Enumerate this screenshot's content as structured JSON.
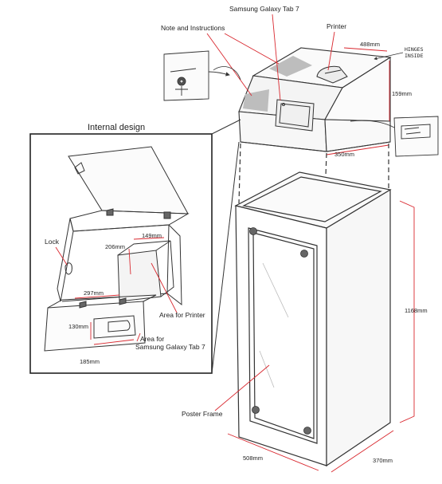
{
  "labels": {
    "samsung_top": "Samsung Galaxy Tab 7",
    "printer": "Printer",
    "note_instructions": "Note and Instructions",
    "hinges": "HINGES",
    "hinges_inside": "INSIDE",
    "internal_design": "Internal design",
    "lock": "Lock",
    "area_printer": "Area for Printer",
    "area_for": "Area for",
    "area_tab": "Samsung Galaxy Tab 7",
    "poster_frame": "Poster Frame"
  },
  "dimensions": {
    "d488": "488mm",
    "d159": "159mm",
    "d350": "350mm",
    "d1168": "1168mm",
    "d508": "508mm",
    "d370": "370mm",
    "d149": "149mm",
    "d206": "206mm",
    "d297": "297mm",
    "d130": "130mm",
    "d185": "185mm"
  },
  "colors": {
    "sketch": "#333333",
    "dimension": "#d9282f",
    "shade": "#bdbdbd"
  }
}
